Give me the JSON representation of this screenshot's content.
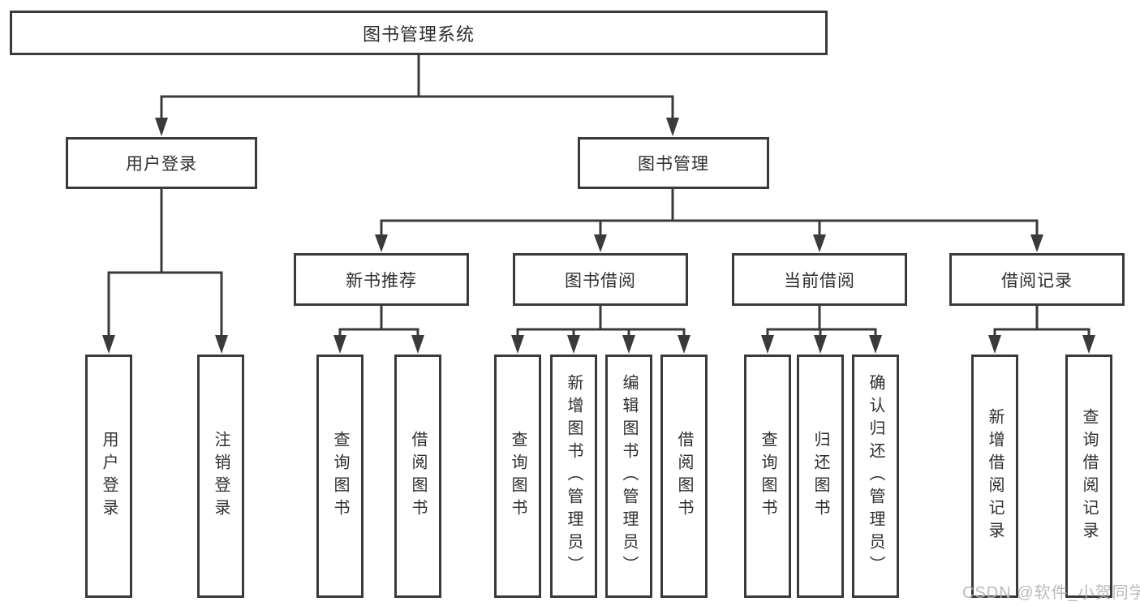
{
  "diagram": {
    "root": "图书管理系统",
    "level2": [
      "用户登录",
      "图书管理"
    ],
    "level3": [
      "新书推荐",
      "图书借阅",
      "当前借阅",
      "借阅记录"
    ],
    "leaves": {
      "user_login": [
        "用户登录",
        "注销登录"
      ],
      "new_book_recommend": [
        "查询图书",
        "借阅图书"
      ],
      "book_borrow": [
        "查询图书",
        "新增图书（管理员）",
        "编辑图书（管理员）",
        "借阅图书"
      ],
      "current_borrow": [
        "查询图书",
        "归还图书",
        "确认归还（管理员）"
      ],
      "borrow_records": [
        "新增借阅记录",
        "查询借阅记录"
      ]
    }
  },
  "watermark": "CSDN @软件_小贺同学",
  "colors": {
    "line": "#3a3a3a",
    "text": "#2e2e2e",
    "background": "#ffffff",
    "watermark": "#b3b3b3"
  }
}
